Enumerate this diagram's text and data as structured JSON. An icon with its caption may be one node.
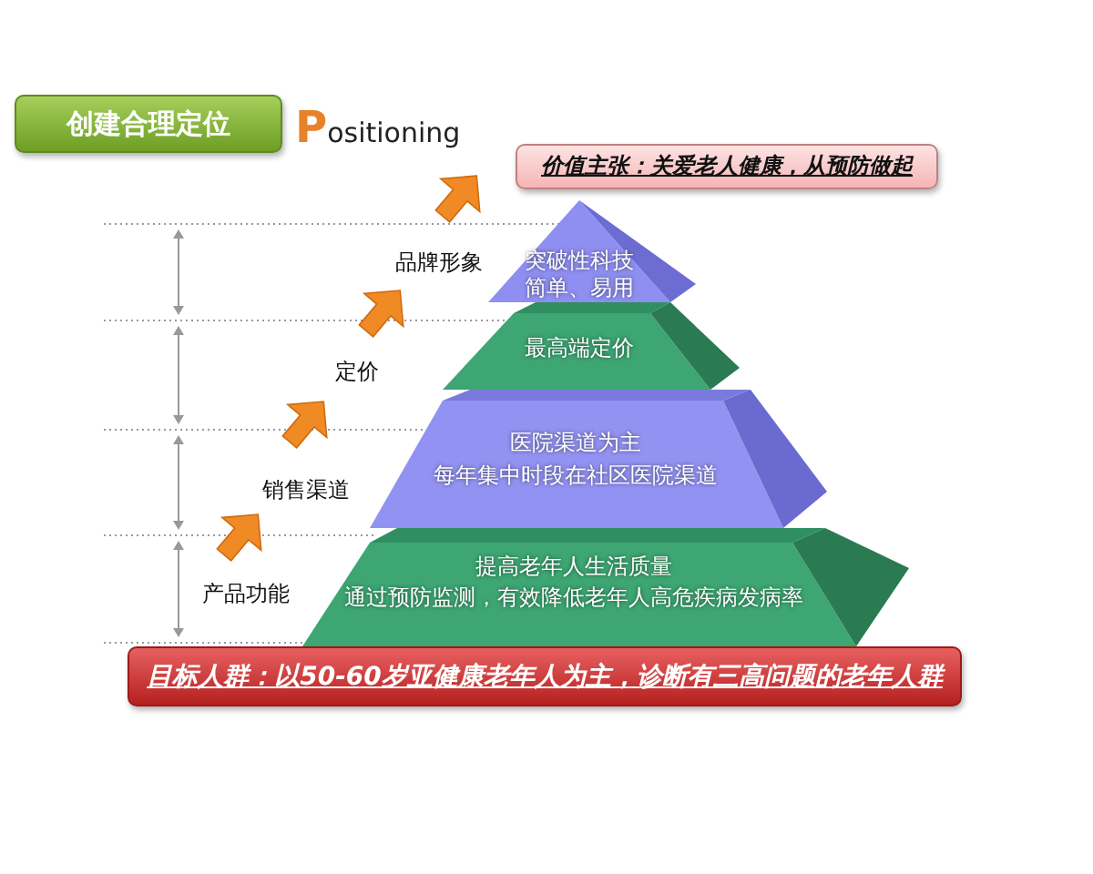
{
  "diagram": {
    "nodes": [
      {
        "text": [
          "创建合理定位"
        ]
      },
      {
        "text": [
          "价值主张：关爱老人健康，从预防做起"
        ]
      },
      {
        "text": [
          "突破性科技",
          "简单、易用"
        ]
      },
      {
        "text": [
          "最高端定价"
        ]
      },
      {
        "text": [
          "医院渠道为主",
          "每年集中时段在社区医院渠道"
        ]
      },
      {
        "text": [
          "提高老年人生活质量",
          "通过预防监测，有效降低老年人高危疾病发病率"
        ]
      },
      {
        "text": [
          "目标人群：以50-60岁亚健康老年人为主，诊断有三高问题的老年人群"
        ]
      }
    ],
    "edges": [],
    "labels": [
      "Positioning",
      "品牌形象",
      "定价",
      "销售渠道",
      "产品功能"
    ]
  }
}
